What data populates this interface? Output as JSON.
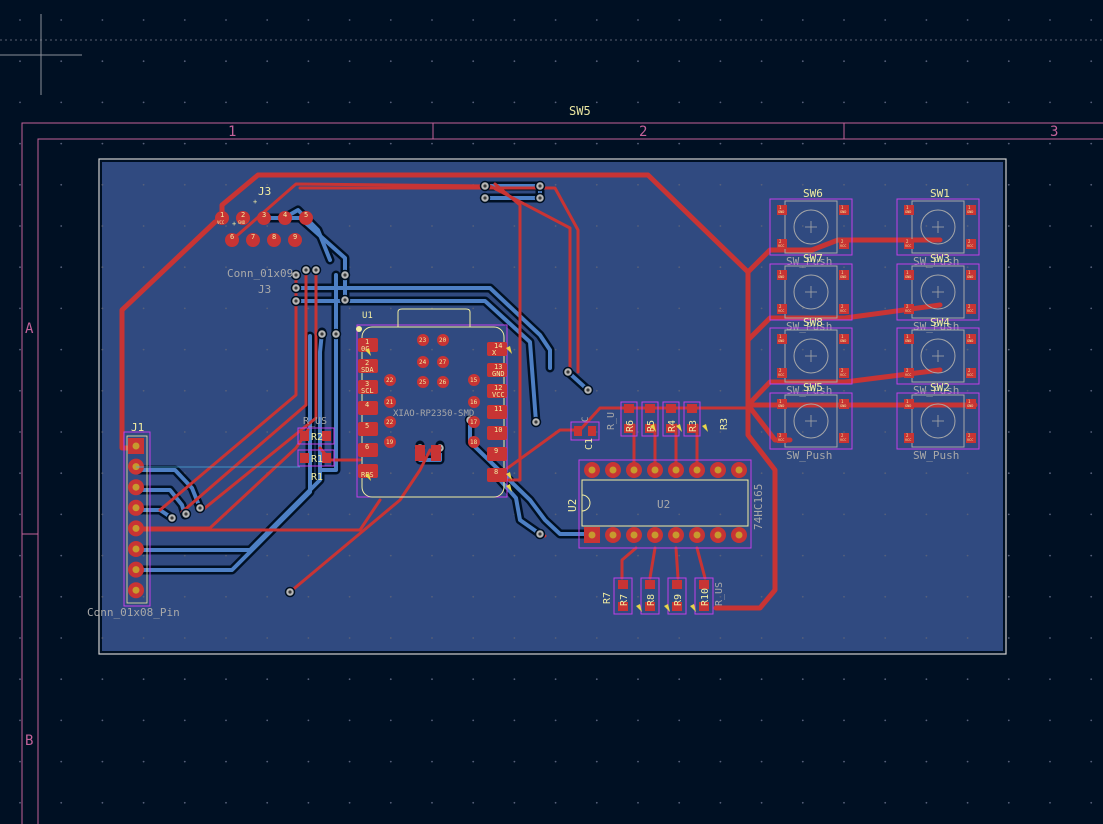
{
  "colors": {
    "background": "#001023",
    "board": "#304a80",
    "copper_front": "#c83434",
    "copper_back": "#4d7fc4",
    "sheet_border": "#c4629a",
    "silkscreen": "#f2eda1",
    "fab": "#a8a8a8",
    "courtyard": "#c23fe8",
    "pad": "#c83434",
    "cursor": "#a8a8a8"
  },
  "sheet": {
    "title_ref": "SW5",
    "columns": [
      "1",
      "2",
      "3"
    ],
    "rows": [
      "A",
      "B"
    ]
  },
  "components": {
    "J3": {
      "ref": "J3",
      "ref2": "J3",
      "value": "Conn_01x09",
      "pins": [
        "1",
        "2",
        "3",
        "4",
        "5",
        "6",
        "7",
        "8",
        "9"
      ],
      "pin_nets": [
        "VCC",
        "GND",
        "",
        "",
        "",
        "",
        "",
        "",
        ""
      ]
    },
    "J1": {
      "ref": "J1",
      "value": "Conn_01x08_Pin"
    },
    "U1": {
      "ref": "U1",
      "value": "XIAO-RP2350-SMD",
      "left_pins": [
        [
          "1",
          "0C"
        ],
        [
          "2",
          "SDA"
        ],
        [
          "3",
          "SCL"
        ],
        [
          "4",
          ""
        ],
        [
          "5",
          ""
        ],
        [
          "6",
          ""
        ],
        [
          "",
          "RES"
        ]
      ],
      "right_pins": [
        [
          "14",
          "X"
        ],
        [
          "13",
          "GND"
        ],
        [
          "12",
          "VCC"
        ],
        [
          "11",
          ""
        ],
        [
          "10",
          ""
        ],
        [
          "9",
          ""
        ],
        [
          "8",
          ""
        ]
      ],
      "inner_pins": [
        "23",
        "20",
        "24",
        "27",
        "22",
        "25",
        "26",
        "15",
        "21",
        "16",
        "22",
        "17",
        "19",
        "18"
      ]
    },
    "U2": {
      "ref": "U2",
      "ref2": "U2",
      "value": "74HC165"
    },
    "switches": [
      {
        "ref": "SW6",
        "value": "SW_Push"
      },
      {
        "ref": "SW1",
        "value": "SW_Push"
      },
      {
        "ref": "SW7",
        "value": "SW_Push"
      },
      {
        "ref": "SW3",
        "value": "SW_Push"
      },
      {
        "ref": "SW8",
        "value": "SW_Push"
      },
      {
        "ref": "SW4",
        "value": "SW_Push"
      },
      {
        "ref": "SW5",
        "value": "SW_Push"
      },
      {
        "ref": "SW2",
        "value": "SW_Push"
      }
    ],
    "switch_pad_labels": [
      "1",
      "2",
      "GND",
      "VCC"
    ],
    "resistors_top": [
      "R6",
      "R5",
      "R4",
      "R3"
    ],
    "resistors_left": [
      "R2",
      "R1"
    ],
    "resistors_left_value": "R_US",
    "resistors_bottom": [
      "R7",
      "R8",
      "R9",
      "R10"
    ],
    "resistors_bottom_value": "R_US",
    "resistor_top_value": "R_U",
    "capacitor": {
      "ref": "C1",
      "value": "C"
    }
  }
}
